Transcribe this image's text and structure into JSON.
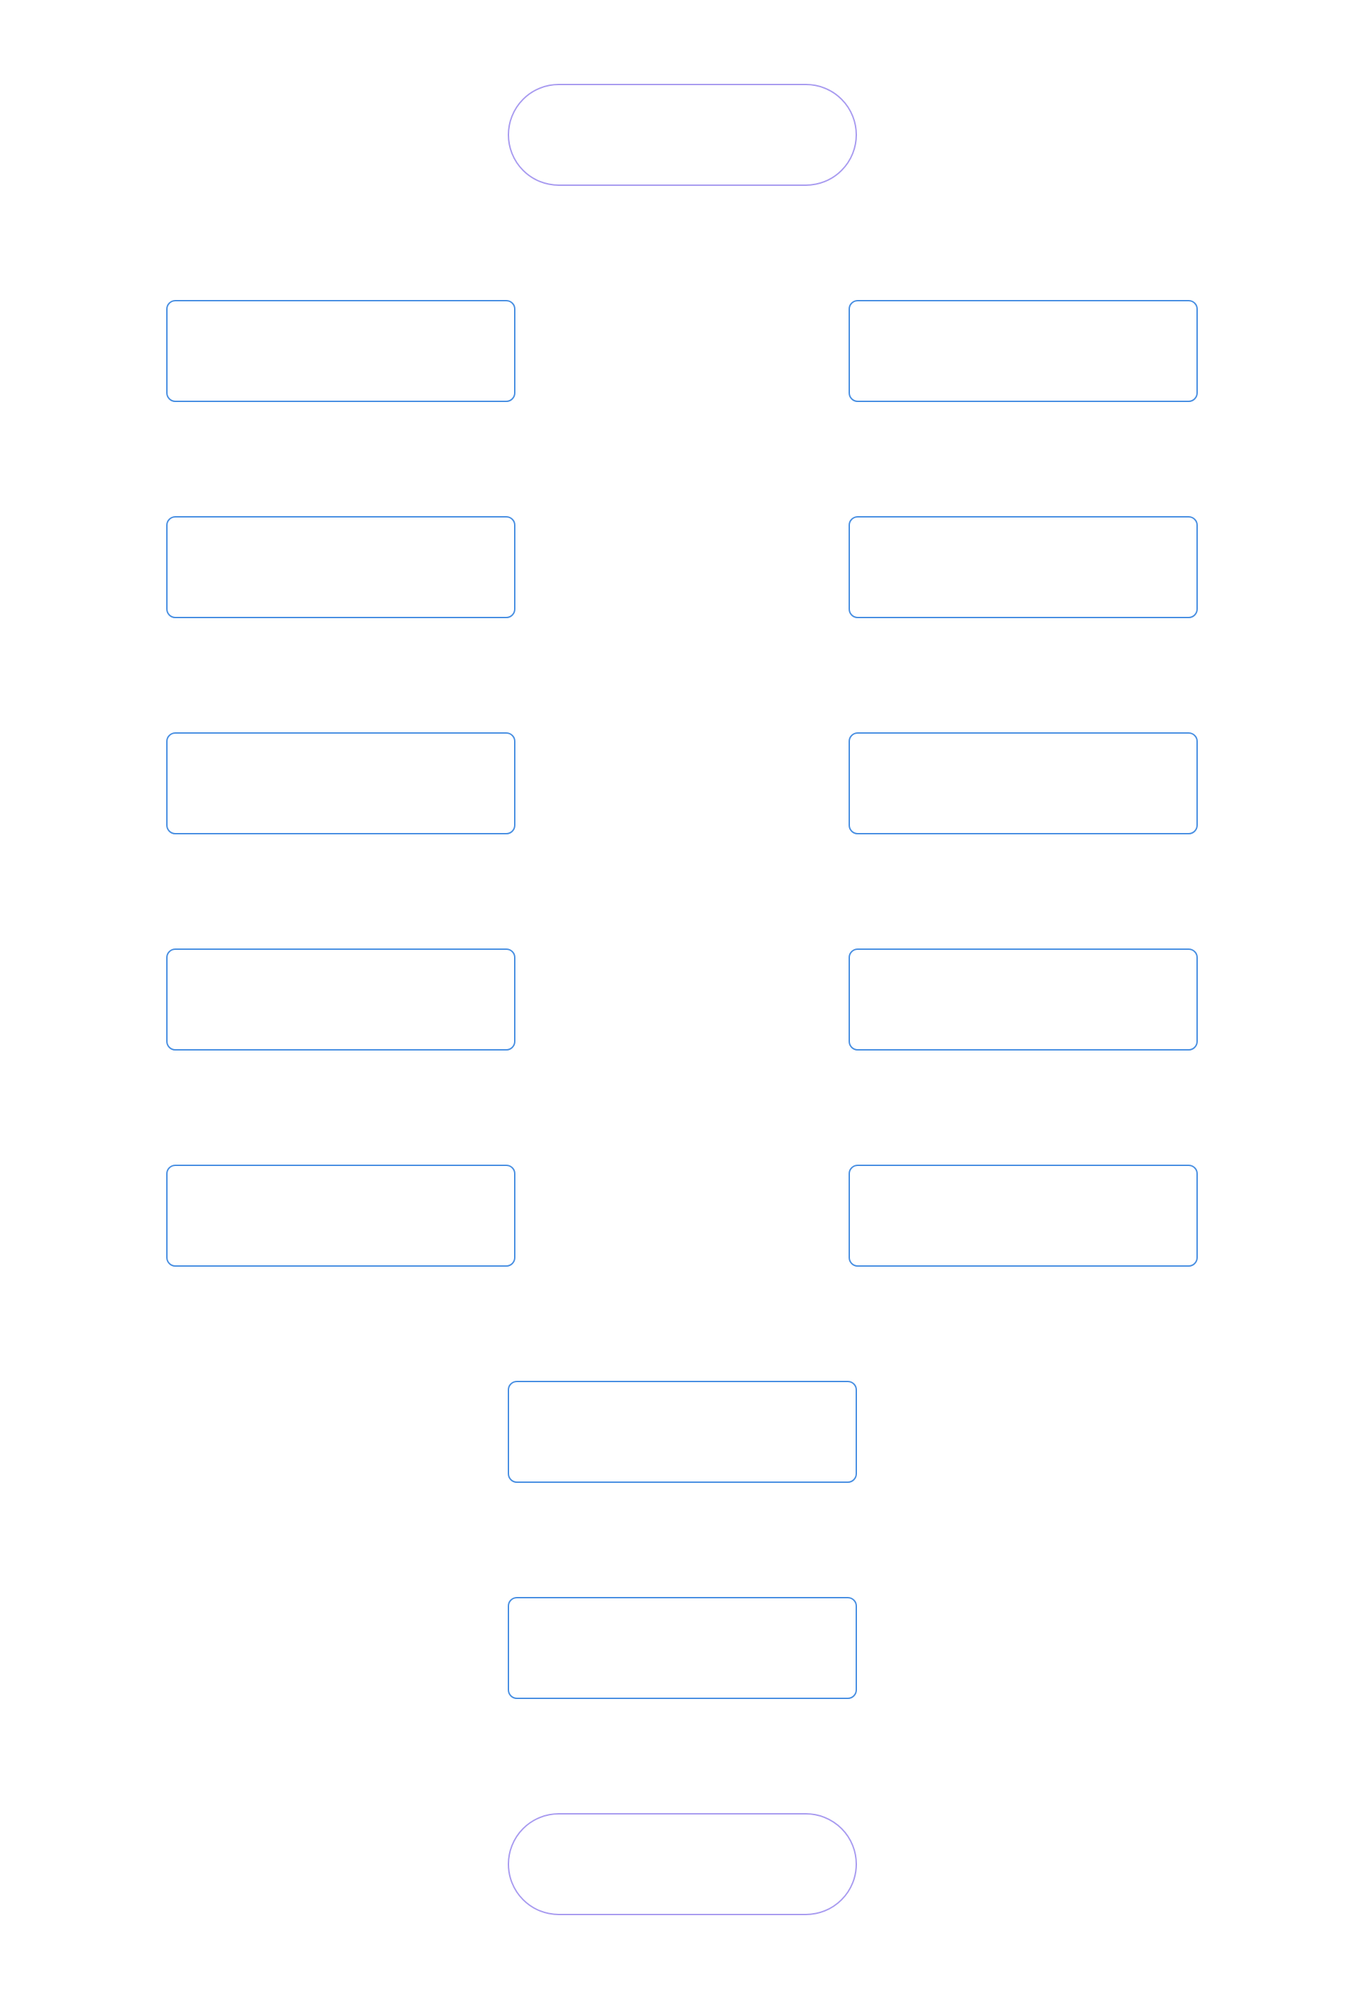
{
  "diagram": {
    "type": "flowchart",
    "colors": {
      "process_stroke": "#4a90e2",
      "terminal_stroke": "#a99cf0",
      "background": "#ffffff"
    },
    "nodes": [
      {
        "id": "start",
        "shape": "terminal",
        "label": ""
      },
      {
        "id": "left-1",
        "shape": "process",
        "label": ""
      },
      {
        "id": "right-1",
        "shape": "process",
        "label": ""
      },
      {
        "id": "left-2",
        "shape": "process",
        "label": ""
      },
      {
        "id": "right-2",
        "shape": "process",
        "label": ""
      },
      {
        "id": "left-3",
        "shape": "process",
        "label": ""
      },
      {
        "id": "right-3",
        "shape": "process",
        "label": ""
      },
      {
        "id": "left-4",
        "shape": "process",
        "label": ""
      },
      {
        "id": "right-4",
        "shape": "process",
        "label": ""
      },
      {
        "id": "left-5",
        "shape": "process",
        "label": ""
      },
      {
        "id": "right-5",
        "shape": "process",
        "label": ""
      },
      {
        "id": "merge-1",
        "shape": "process",
        "label": ""
      },
      {
        "id": "merge-2",
        "shape": "process",
        "label": ""
      },
      {
        "id": "end",
        "shape": "terminal",
        "label": ""
      }
    ]
  }
}
